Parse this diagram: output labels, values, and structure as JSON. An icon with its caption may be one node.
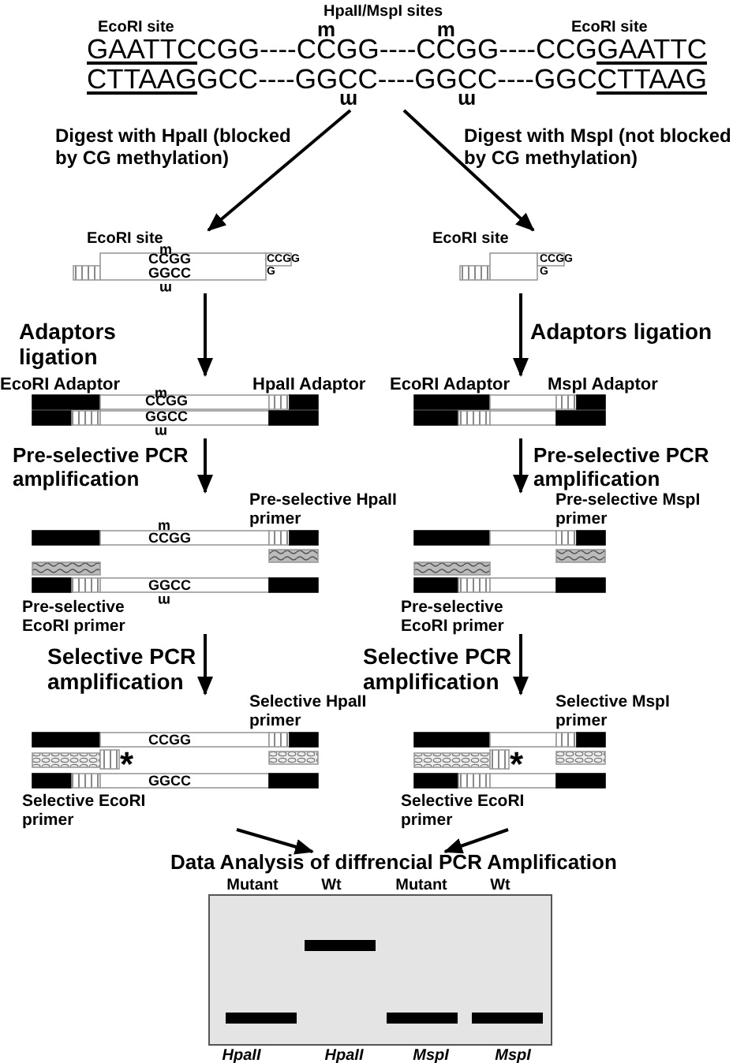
{
  "diagram": {
    "nodes": [
      {
        "text": [
          "HpaII/MspI sites",
          "EcoRI site",
          "m",
          "m",
          "EcoRI site",
          "GAATTCCGG----CCGG----CCGG----CCGGAATTC",
          "CTTAAGGCC----GGCC----GGCC----GGCCTTAAG",
          "m",
          "m"
        ]
      },
      {
        "text": [
          "EcoRI site",
          "m",
          "CCGG",
          "GGCC",
          "m",
          "CCGG",
          "G"
        ]
      },
      {
        "text": [
          "EcoRI site",
          "CCGG",
          "G"
        ]
      },
      {
        "text": [
          "EcoRI Adaptor",
          "HpaII Adaptor",
          "m",
          "CCGG",
          "GGCC",
          "m"
        ]
      },
      {
        "text": [
          "EcoRI Adaptor",
          "MspI Adaptor"
        ]
      },
      {
        "text": [
          "Pre-selective HpaII primer",
          "m",
          "CCGG",
          "GGCC",
          "m",
          "Pre-selective EcoRI primer"
        ]
      },
      {
        "text": [
          "Pre-selective MspI primer",
          "Pre-selective EcoRI primer"
        ]
      },
      {
        "text": [
          "Selective HpaII primer",
          "CCGG",
          "*",
          "GGCC",
          "Selective EcoRI primer"
        ]
      },
      {
        "text": [
          "Selective MspI primer",
          "*",
          "Selective EcoRI primer"
        ]
      },
      {
        "text": [
          "Data Analysis of diffrencial PCR Amplification",
          "Mutant",
          "Wt",
          "Mutant",
          "Wt",
          "HpaII",
          "HpaII",
          "MspI",
          "MspI"
        ]
      }
    ],
    "edges": [
      {
        "from": 0,
        "to": 1,
        "arrow": "to",
        "label": "Digest with HpaII (blocked by CG methylation)"
      },
      {
        "from": 0,
        "to": 2,
        "arrow": "to",
        "label": "Digest with MspI (not blocked by CG methylation)"
      },
      {
        "from": 1,
        "to": 3,
        "arrow": "to",
        "label": "Adaptors ligation"
      },
      {
        "from": 2,
        "to": 4,
        "arrow": "to",
        "label": "Adaptors ligation"
      },
      {
        "from": 3,
        "to": 5,
        "arrow": "to",
        "label": "Pre-selective PCR amplification"
      },
      {
        "from": 4,
        "to": 6,
        "arrow": "to",
        "label": "Pre-selective PCR amplification"
      },
      {
        "from": 5,
        "to": 7,
        "arrow": "to",
        "label": "Selective PCR amplification"
      },
      {
        "from": 6,
        "to": 8,
        "arrow": "to",
        "label": "Selective PCR amplification"
      },
      {
        "from": 7,
        "to": 9,
        "arrow": "to"
      },
      {
        "from": 8,
        "to": 9,
        "arrow": "to"
      }
    ]
  }
}
